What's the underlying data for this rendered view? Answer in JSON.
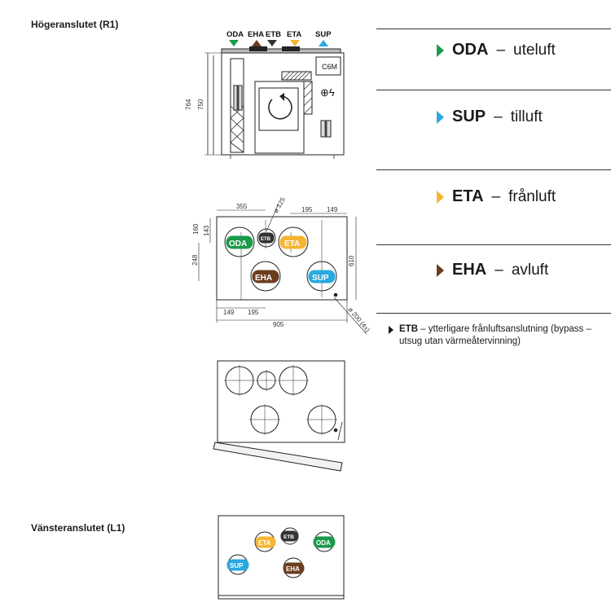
{
  "sections": {
    "right": "Högeranslutet (R1)",
    "left": "Vänsteranslutet (L1)"
  },
  "top_view": {
    "ports": [
      "ODA",
      "EHA",
      "ETB",
      "ETA",
      "SUP"
    ],
    "panel_label": "C6M",
    "panel_symbol": "⊕ϟ",
    "height_outer": "764",
    "height_inner": "750"
  },
  "front_view": {
    "dim_355": "355",
    "dim_125": "ø 125",
    "dim_195_top": "195",
    "dim_149_top": "149",
    "dim_160": "160",
    "dim_143": "143",
    "dim_248": "248",
    "dim_610": "610",
    "dim_149_bottom": "149",
    "dim_195_bottom": "195",
    "dim_905": "905",
    "dim_200": "ø 200 (4x)",
    "ports": {
      "oda": "ODA",
      "etb": "ETB",
      "eta": "ETA",
      "eha": "EHA",
      "sup": "SUP"
    }
  },
  "left_view": {
    "ports": {
      "eta": "ETA",
      "etb": "ETB",
      "oda": "ODA",
      "sup": "SUP",
      "eha": "EHA"
    }
  },
  "colors": {
    "oda": "#1a9a4a",
    "eha": "#6b3d1e",
    "etb": "#333333",
    "eta": "#f5b533",
    "sup": "#29a9e0"
  },
  "legend": [
    {
      "code": "ODA",
      "sep": "–",
      "desc": "uteluft",
      "color": "#1a9a4a"
    },
    {
      "code": "SUP",
      "sep": "–",
      "desc": "tilluft",
      "color": "#29a9e0"
    },
    {
      "code": "ETA",
      "sep": "–",
      "desc": "frånluft",
      "color": "#f5b533"
    },
    {
      "code": "EHA",
      "sep": "–",
      "desc": "avluft",
      "color": "#6b3d1e"
    }
  ],
  "note": {
    "code": "ETB",
    "text": " – ytterligare frånluftsanslutning (bypass – utsug utan värmeåtervinning)"
  }
}
